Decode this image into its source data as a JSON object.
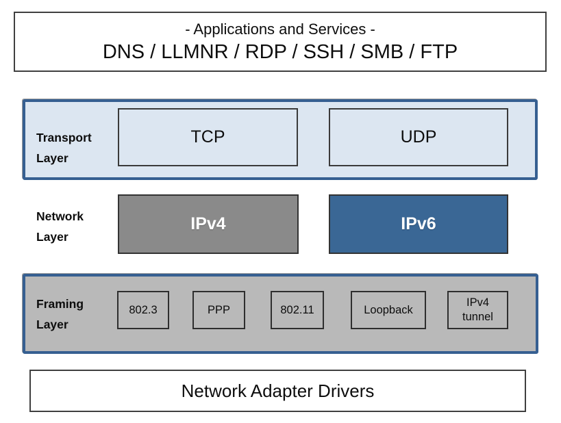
{
  "colors": {
    "layer_border_blue": "#365f91",
    "transport_fill": "#dce6f1",
    "framing_fill": "#b9b9b9",
    "ipv4_fill": "#8a8a8a",
    "ipv6_fill": "#3a6795",
    "box_border_dark": "#3a3a3a",
    "text": "#0d0d0d"
  },
  "apps": {
    "line1": "- Applications and Services -",
    "line2": "DNS / LLMNR / RDP / SSH / SMB / FTP"
  },
  "layers": {
    "transport": {
      "label_line1": "Transport",
      "label_line2": "Layer",
      "boxes": [
        "TCP",
        "UDP"
      ]
    },
    "network": {
      "label_line1": "Network",
      "label_line2": "Layer",
      "boxes": [
        "IPv4",
        "IPv6"
      ]
    },
    "framing": {
      "label_line1": "Framing",
      "label_line2": "Layer",
      "boxes": [
        "802.3",
        "PPP",
        "802.11",
        "Loopback",
        "IPv4\ntunnel"
      ]
    }
  },
  "drivers": {
    "label": "Network Adapter Drivers"
  }
}
